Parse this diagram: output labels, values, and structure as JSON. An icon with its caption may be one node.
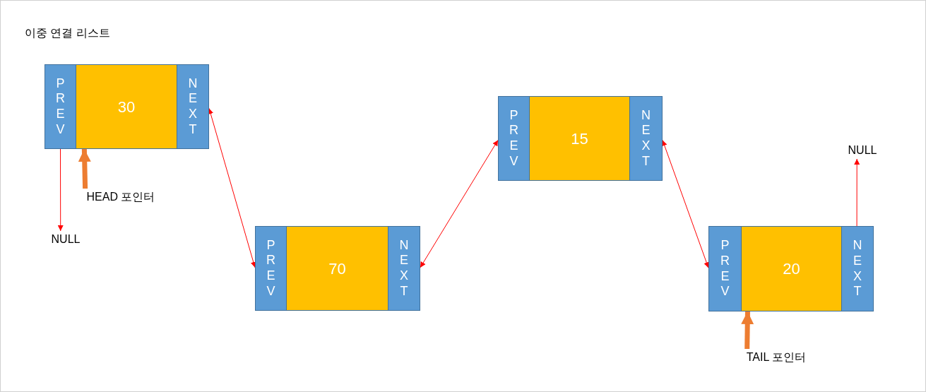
{
  "diagram": {
    "title": "이중 연결 리스트",
    "nodes": [
      {
        "text": [
          "PREV"
        ]
      },
      {
        "text": [
          "30"
        ]
      },
      {
        "text": [
          "NEXT"
        ]
      },
      {
        "text": [
          "PREV"
        ]
      },
      {
        "text": [
          "70"
        ]
      },
      {
        "text": [
          "NEXT"
        ]
      },
      {
        "text": [
          "PREV"
        ]
      },
      {
        "text": [
          "15"
        ]
      },
      {
        "text": [
          "NEXT"
        ]
      },
      {
        "text": [
          "PREV"
        ]
      },
      {
        "text": [
          "20"
        ]
      },
      {
        "text": [
          "NEXT"
        ]
      },
      {
        "text": [
          "NULL"
        ]
      },
      {
        "text": [
          "NULL"
        ]
      },
      {
        "text": [
          "HEAD 포인터"
        ]
      },
      {
        "text": [
          "TAIL 포인터"
        ]
      }
    ],
    "edges": [
      {
        "from": 0,
        "to": 12,
        "arrow": "to"
      },
      {
        "from": 2,
        "to": 3,
        "arrow": "both"
      },
      {
        "from": 5,
        "to": 6,
        "arrow": "both"
      },
      {
        "from": 8,
        "to": 9,
        "arrow": "both"
      },
      {
        "from": 11,
        "to": 13,
        "arrow": "to"
      },
      {
        "from": 14,
        "to": 1,
        "arrow": "to",
        "style": "thick",
        "color": "#ed7d31"
      },
      {
        "from": 15,
        "to": 10,
        "arrow": "to",
        "style": "thick",
        "color": "#ed7d31"
      }
    ]
  }
}
